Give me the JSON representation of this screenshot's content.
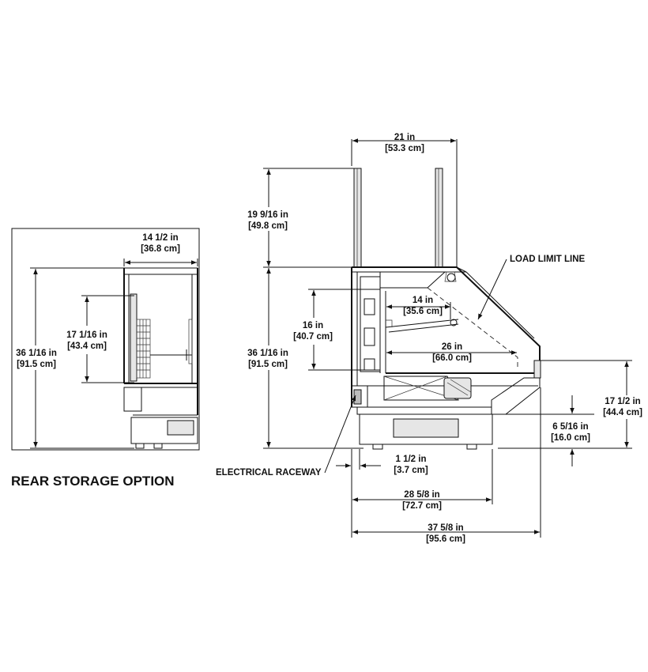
{
  "title": "REAR STORAGE OPTION",
  "callouts": {
    "load_limit": "LOAD LIMIT LINE",
    "raceway": "ELECTRICAL RACEWAY"
  },
  "dims": {
    "rear_width": {
      "imp": "14 1/2 in",
      "met": "[36.8 cm]"
    },
    "rear_inner": {
      "imp": "17 1/16 in",
      "met": "[43.4 cm]"
    },
    "rear_height": {
      "imp": "36 1/16 in",
      "met": "[91.5 cm]"
    },
    "top_width": {
      "imp": "21 in",
      "met": "[53.3 cm]"
    },
    "top_height": {
      "imp": "19 9/16 in",
      "met": "[49.8 cm]"
    },
    "case_height": {
      "imp": "36 1/16 in",
      "met": "[91.5 cm]"
    },
    "inner_height": {
      "imp": "16 in",
      "met": "[40.7 cm]"
    },
    "shelf_depth": {
      "imp": "14 in",
      "met": "[35.6 cm]"
    },
    "deck_depth": {
      "imp": "26 in",
      "met": "[66.0 cm]"
    },
    "front_height": {
      "imp": "17 1/2 in",
      "met": "[44.4 cm]"
    },
    "base_height": {
      "imp": "6 5/16 in",
      "met": "[16.0 cm]"
    },
    "raceway_w": {
      "imp": "1 1/2 in",
      "met": "[3.7 cm]"
    },
    "base_depth": {
      "imp": "28 5/8 in",
      "met": "[72.7 cm]"
    },
    "overall": {
      "imp": "37 5/8 in",
      "met": "[95.6 cm]"
    }
  }
}
